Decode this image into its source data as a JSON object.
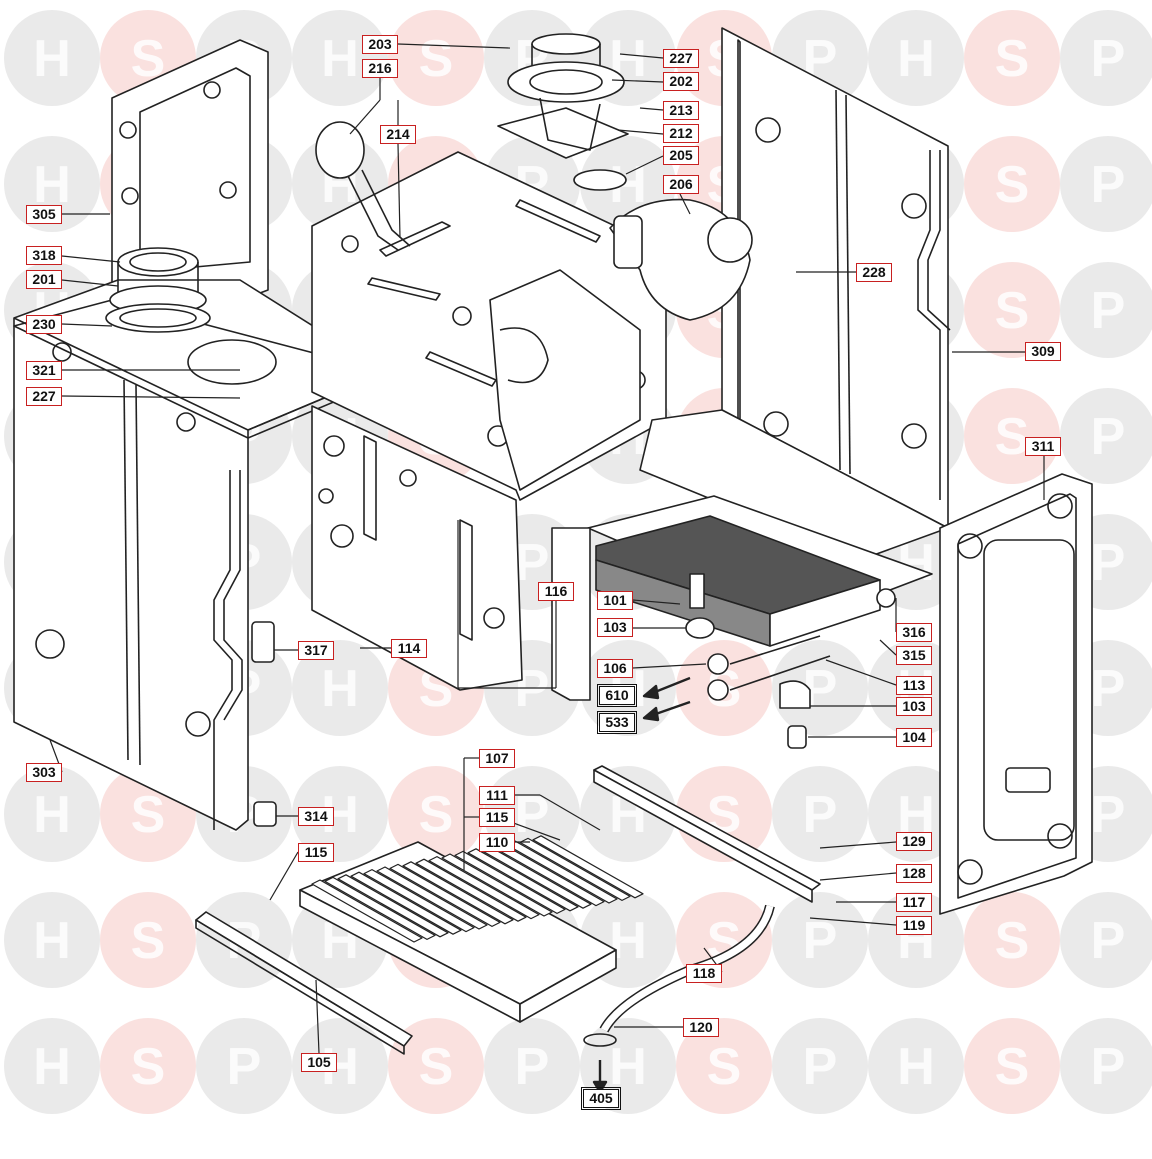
{
  "watermark": {
    "letters": [
      "H",
      "S",
      "P"
    ],
    "colors": {
      "H": "#d9d9d9",
      "S": "#f6c8c4",
      "P": "#d9d9d9"
    }
  },
  "colors": {
    "callout_border": "#c82020",
    "line": "#222222"
  },
  "parts": [
    {
      "id": "callout-203",
      "label": "203"
    },
    {
      "id": "callout-216",
      "label": "216"
    },
    {
      "id": "callout-214",
      "label": "214"
    },
    {
      "id": "callout-227-top",
      "label": "227"
    },
    {
      "id": "callout-202",
      "label": "202"
    },
    {
      "id": "callout-213",
      "label": "213"
    },
    {
      "id": "callout-212",
      "label": "212"
    },
    {
      "id": "callout-205",
      "label": "205"
    },
    {
      "id": "callout-206",
      "label": "206"
    },
    {
      "id": "callout-228",
      "label": "228"
    },
    {
      "id": "callout-305",
      "label": "305"
    },
    {
      "id": "callout-318",
      "label": "318"
    },
    {
      "id": "callout-201",
      "label": "201"
    },
    {
      "id": "callout-230",
      "label": "230"
    },
    {
      "id": "callout-321",
      "label": "321"
    },
    {
      "id": "callout-227-left",
      "label": "227"
    },
    {
      "id": "callout-309",
      "label": "309"
    },
    {
      "id": "callout-311",
      "label": "311"
    },
    {
      "id": "callout-116",
      "label": "116"
    },
    {
      "id": "callout-101",
      "label": "101"
    },
    {
      "id": "callout-103-a",
      "label": "103"
    },
    {
      "id": "callout-316",
      "label": "316"
    },
    {
      "id": "callout-315",
      "label": "315"
    },
    {
      "id": "callout-114",
      "label": "114"
    },
    {
      "id": "callout-317",
      "label": "317"
    },
    {
      "id": "callout-106",
      "label": "106"
    },
    {
      "id": "callout-113",
      "label": "113"
    },
    {
      "id": "callout-610",
      "label": "610"
    },
    {
      "id": "callout-103-b",
      "label": "103"
    },
    {
      "id": "callout-533",
      "label": "533"
    },
    {
      "id": "callout-104",
      "label": "104"
    },
    {
      "id": "callout-303",
      "label": "303"
    },
    {
      "id": "callout-107",
      "label": "107"
    },
    {
      "id": "callout-111",
      "label": "111"
    },
    {
      "id": "callout-115-a",
      "label": "115"
    },
    {
      "id": "callout-314",
      "label": "314"
    },
    {
      "id": "callout-110",
      "label": "110"
    },
    {
      "id": "callout-115-b",
      "label": "115"
    },
    {
      "id": "callout-129",
      "label": "129"
    },
    {
      "id": "callout-128",
      "label": "128"
    },
    {
      "id": "callout-117",
      "label": "117"
    },
    {
      "id": "callout-119",
      "label": "119"
    },
    {
      "id": "callout-118",
      "label": "118"
    },
    {
      "id": "callout-120",
      "label": "120"
    },
    {
      "id": "callout-105",
      "label": "105"
    },
    {
      "id": "callout-405",
      "label": "405"
    }
  ]
}
